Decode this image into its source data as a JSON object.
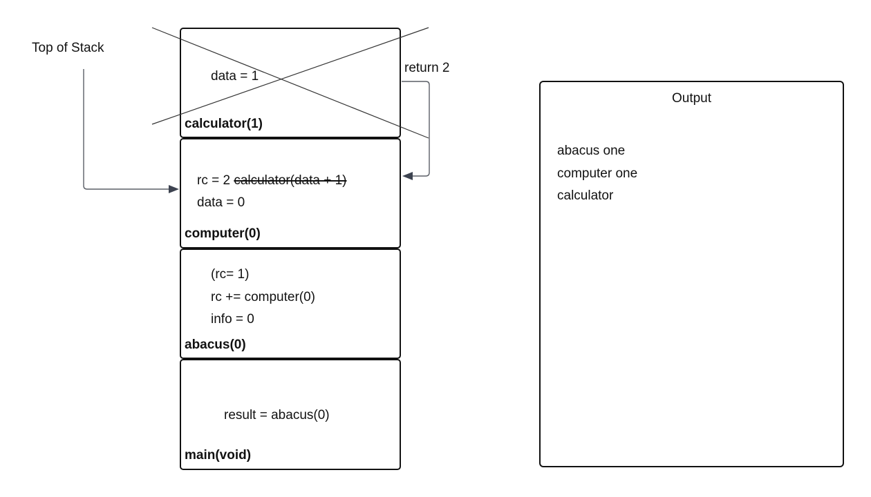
{
  "annotations": {
    "top_of_stack": "Top of Stack",
    "return_label": "return 2"
  },
  "stack_frames": [
    {
      "title": "calculator(1)",
      "lines": [
        "data = 1"
      ],
      "crossed_out": true
    },
    {
      "title": "computer(0)",
      "lines": [
        {
          "text": "rc = 2 ",
          "struck": "calculator(data + 1)"
        },
        "data = 0"
      ]
    },
    {
      "title": "abacus(0)",
      "lines": [
        "(rc= 1)",
        "rc += computer(0)",
        "info = 0"
      ]
    },
    {
      "title": "main(void)",
      "lines": [
        "result = abacus(0)"
      ]
    }
  ],
  "output": {
    "title": "Output",
    "lines": [
      "abacus one",
      "computer one",
      "calculator"
    ]
  },
  "colors": {
    "frame_border": "#111111",
    "connector": "#5a5e66",
    "arrowhead": "#3d4350"
  }
}
